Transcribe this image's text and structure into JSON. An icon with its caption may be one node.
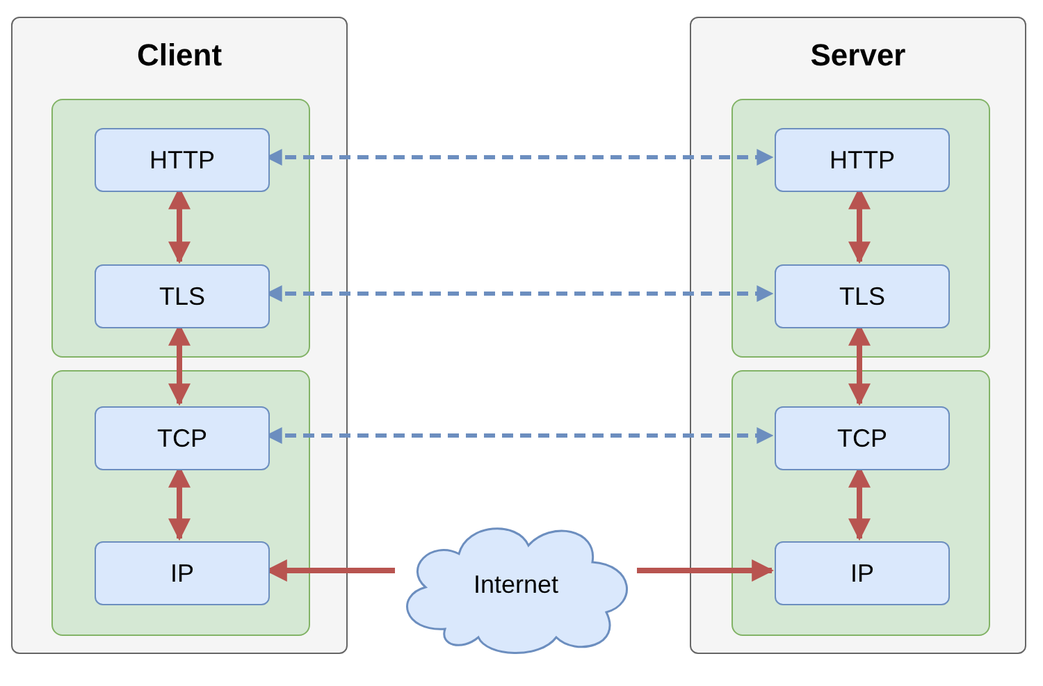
{
  "diagram": {
    "nodes": [
      {
        "text": [
          "Client"
        ]
      },
      {
        "text": [],
        "shape": "box",
        "in": 0
      },
      {
        "text": [
          "HTTP"
        ],
        "in": 1
      },
      {
        "text": [
          "TLS"
        ],
        "in": 1
      },
      {
        "text": [],
        "shape": "box",
        "in": 0
      },
      {
        "text": [
          "TCP"
        ],
        "in": 4
      },
      {
        "text": [
          "IP"
        ],
        "in": 4
      },
      {
        "text": [
          "Server"
        ]
      },
      {
        "text": [],
        "shape": "box",
        "in": 7
      },
      {
        "text": [
          "HTTP"
        ],
        "in": 8
      },
      {
        "text": [
          "TLS"
        ],
        "in": 8
      },
      {
        "text": [],
        "shape": "box",
        "in": 7
      },
      {
        "text": [
          "TCP"
        ],
        "in": 11
      },
      {
        "text": [
          "IP"
        ],
        "in": 11
      },
      {
        "text": [
          "Internet"
        ]
      }
    ],
    "edges": [
      {
        "from": 2,
        "to": 9,
        "arrow": "both",
        "style": "dashed",
        "color": "#6c8ebf"
      },
      {
        "from": 2,
        "to": 3,
        "arrow": "both"
      },
      {
        "from": 9,
        "to": 10,
        "arrow": "both"
      },
      {
        "from": 3,
        "to": 10,
        "arrow": "both",
        "style": "dashed",
        "color": "#6c8ebf"
      },
      {
        "from": 3,
        "to": 5,
        "arrow": "both"
      },
      {
        "from": 10,
        "to": 12,
        "arrow": "both"
      },
      {
        "from": 5,
        "to": 12,
        "arrow": "both",
        "style": "dashed",
        "color": "#6c8ebf"
      },
      {
        "from": 5,
        "to": 6,
        "arrow": "both"
      },
      {
        "from": 12,
        "to": 13,
        "arrow": "both"
      },
      {
        "from": 14,
        "to": 6,
        "arrow": "to"
      },
      {
        "from": 14,
        "to": 13,
        "arrow": "to"
      }
    ]
  }
}
